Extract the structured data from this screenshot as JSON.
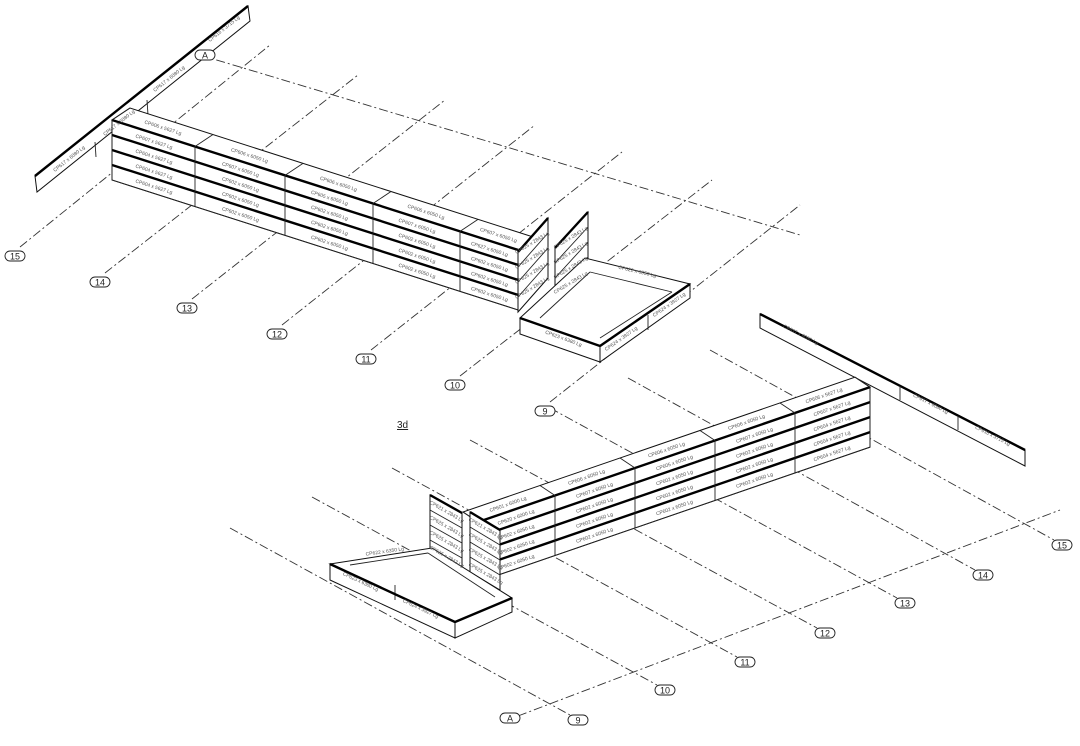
{
  "view_title": "3d",
  "top_view": {
    "grid_bubbles": [
      "15",
      "14",
      "13",
      "12",
      "11",
      "10",
      "9"
    ],
    "grid_row_bubble": "A",
    "beam_labels": [
      "CP617 x 6080 Lg",
      "CP617 x 6080 Lg",
      "CP617 x 6080 Lg",
      "CP616 x 3715 Lg"
    ],
    "wall_top_labels": [
      "CP606 x 5627 Lg",
      "CP606 x 6050 Lg",
      "CP606 x 6050 Lg",
      "CP606 x 6050 Lg",
      "CP607 x 6050 Lg"
    ],
    "wall_columns": [
      [
        "CP607 x 5627 Lg",
        "CP604 x 5627 Lg",
        "CP604 x 5627 Lg",
        "CP604 x 5627 Lg"
      ],
      [
        "CP607 x 6050 Lg",
        "CP602 x 6050 Lg",
        "CP602 x 6050 Lg",
        "CP602 x 6050 Lg"
      ],
      [
        "CP605 x 6050 Lg",
        "CP602 x 6050 Lg",
        "CP602 x 6050 Lg",
        "CP602 x 6050 Lg"
      ],
      [
        "CP607 x 6050 Lg",
        "CP602 x 6050 Lg",
        "CP602 x 6050 Lg",
        "CP602 x 6050 Lg"
      ],
      [
        "CP627 x 6050 Lg",
        "CP602 x 6050 Lg",
        "CP602 x 6050 Lg",
        "CP602 x 6050 Lg"
      ]
    ],
    "wing_labels": [
      "CP625 x 2843 Lg",
      "CP625 x 2843 Lg",
      "CP625 x 2843 Lg",
      "CP625 x 2843 Lg"
    ],
    "slab_labels": [
      "CP622 x 6350 Lg",
      "CP623 x 6380 Lg",
      "CP624 x 3927 Lg",
      "CP624 x 3927 Lg"
    ]
  },
  "bottom_view": {
    "grid_bubbles": [
      "15",
      "14",
      "13",
      "12",
      "11",
      "10",
      "9"
    ],
    "grid_row_bubble": "A",
    "beam_labels": [
      "CP617 x 6080 Lg",
      "CP617 x 6080 Lg",
      "CP616 x 3715 Lg"
    ],
    "wall_top_labels": [
      "CP601 x 6000 Lg",
      "CP606 x 6050 Lg",
      "CP606 x 6050 Lg",
      "CP606 x 6050 Lg",
      "CP606 x 5627 Lg"
    ],
    "wall_columns": [
      [
        "CP620 x 6000 Lg",
        "CP602 x 6050 Lg",
        "CP602 x 6050 Lg",
        "CP602 x 6050 Lg"
      ],
      [
        "CP607 x 6050 Lg",
        "CP602 x 6050 Lg",
        "CP602 x 6050 Lg",
        "CP602 x 6050 Lg"
      ],
      [
        "CP605 x 6050 Lg",
        "CP602 x 6050 Lg",
        "CP602 x 6050 Lg",
        "CP602 x 6050 Lg"
      ],
      [
        "CP607 x 6050 Lg",
        "CP602 x 6050 Lg",
        "CP602 x 6050 Lg",
        "CP602 x 6050 Lg"
      ],
      [
        "CP607 x 5627 Lg",
        "CP604 x 5627 Lg",
        "CP604 x 5627 Lg",
        "CP604 x 5627 Lg"
      ]
    ],
    "wing_labels": [
      "CP621 x 2843 Lg",
      "CP625 x 2843 Lg",
      "CP625 x 2843 Lg",
      "CP625 x 2843 Lg"
    ],
    "slab_labels": [
      "CP622 x 6350 Lg",
      "CP623 x 6380 Lg",
      "CP624 x 3927 Lg"
    ]
  }
}
